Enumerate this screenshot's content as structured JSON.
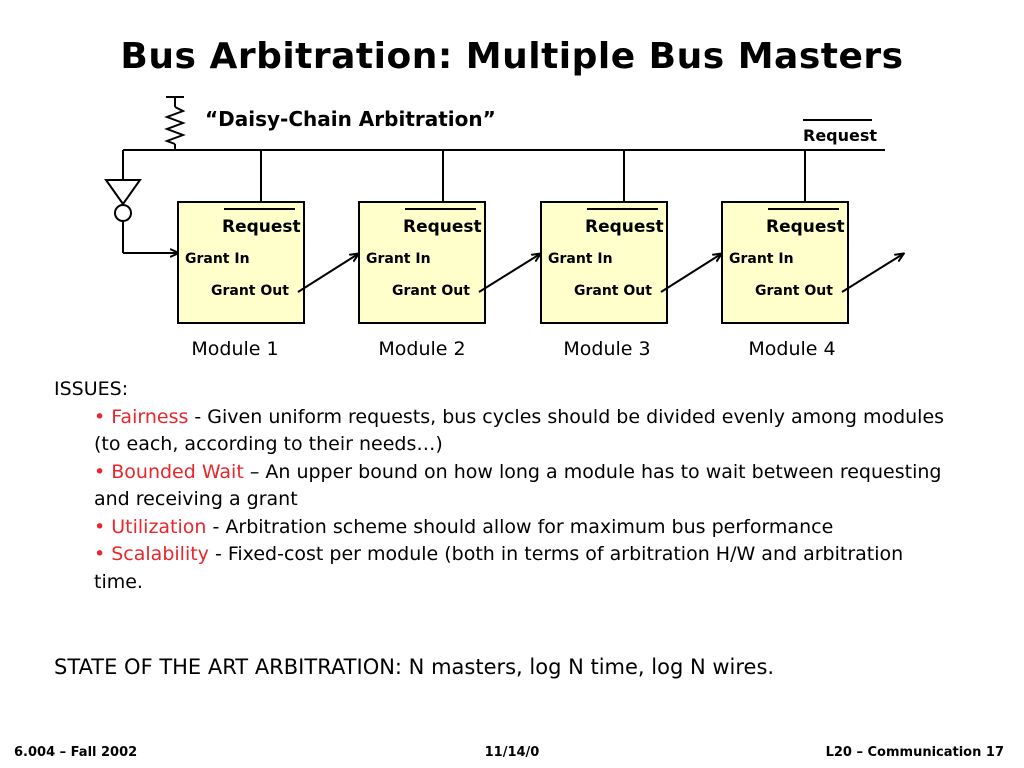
{
  "slide": {
    "title": "Bus Arbitration: Multiple Bus Masters"
  },
  "diagram": {
    "caption": "“Daisy-Chain Arbitration”",
    "bus_request_label": "Request",
    "modules": [
      {
        "request_label": "Request",
        "grant_in_label": "Grant In",
        "grant_out_label": "Grant Out",
        "name": "Module 1"
      },
      {
        "request_label": "Request",
        "grant_in_label": "Grant In",
        "grant_out_label": "Grant Out",
        "name": "Module 2"
      },
      {
        "request_label": "Request",
        "grant_in_label": "Grant In",
        "grant_out_label": "Grant Out",
        "name": "Module 3"
      },
      {
        "request_label": "Request",
        "grant_in_label": "Grant In",
        "grant_out_label": "Grant Out",
        "name": "Module 4"
      }
    ]
  },
  "issues": {
    "heading": "ISSUES:",
    "items": [
      {
        "bullet": "• ",
        "term": "Fairness",
        "text": " - Given uniform requests, bus cycles should be divided evenly among modules (to each, according to their needs…)"
      },
      {
        "bullet": "• ",
        "term": "Bounded Wait",
        "text": " – An upper bound on how long a module has to wait between requesting and receiving a grant"
      },
      {
        "bullet": "• ",
        "term": "Utilization",
        "text": " - Arbitration scheme should allow for maximum bus performance"
      },
      {
        "bullet": "• ",
        "term": "Scalability",
        "text": " - Fixed-cost per module (both in terms of arbitration H/W and arbitration time."
      }
    ]
  },
  "state_of_art": "STATE OF THE ART ARBITRATION: N masters, log N time, log N wires.",
  "footer": {
    "left": "6.004 – Fall 2002",
    "center": "11/14/0",
    "right": "L20 – Communication 17"
  }
}
